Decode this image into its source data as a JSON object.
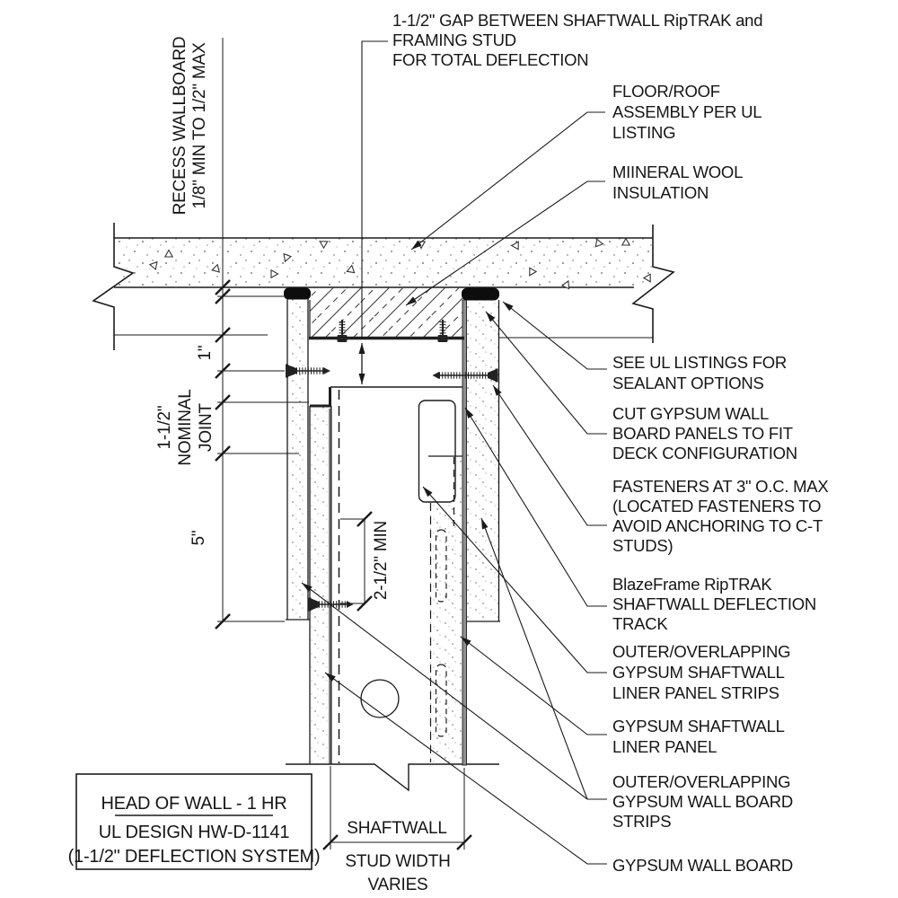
{
  "notes": {
    "gap_note": [
      "1-1/2\" GAP BETWEEN SHAFTWALL RipTRAK and",
      "FRAMING STUD",
      "FOR TOTAL DEFLECTION"
    ]
  },
  "callouts": [
    {
      "id": "floor-roof-assembly",
      "lines": [
        "FLOOR/ROOF",
        "ASSEMBLY PER UL",
        "LISTING"
      ]
    },
    {
      "id": "mineral-wool",
      "lines": [
        "MIINERAL WOOL",
        "INSULATION"
      ]
    },
    {
      "id": "sealant-options",
      "lines": [
        "SEE UL LISTINGS FOR",
        "SEALANT OPTIONS"
      ]
    },
    {
      "id": "cut-gypsum",
      "lines": [
        "CUT GYPSUM WALL",
        "BOARD PANELS TO FIT",
        "DECK CONFIGURATION"
      ]
    },
    {
      "id": "fasteners",
      "lines": [
        "FASTENERS AT 3\" O.C. MAX",
        "(LOCATED FASTENERS TO",
        "AVOID ANCHORING TO C-T",
        "STUDS)"
      ]
    },
    {
      "id": "riptrak",
      "lines": [
        "BlazeFrame RipTRAK",
        "SHAFTWALL DEFLECTION",
        "TRACK"
      ]
    },
    {
      "id": "liner-strips",
      "lines": [
        "OUTER/OVERLAPPING",
        "GYPSUM SHAFTWALL",
        "LINER PANEL STRIPS"
      ]
    },
    {
      "id": "liner-panel",
      "lines": [
        "GYPSUM SHAFTWALL",
        "LINER PANEL"
      ]
    },
    {
      "id": "wallboard-strips",
      "lines": [
        "OUTER/OVERLAPPING",
        "GYPSUM WALL BOARD",
        "STRIPS"
      ]
    },
    {
      "id": "wallboard",
      "lines": [
        "GYPSUM WALL BOARD"
      ]
    }
  ],
  "dimensions": {
    "recess_line1": "RECESS WALLBOARD",
    "recess_line2": "1/8\" MIN TO 1/2\" MAX",
    "one_inch": "1\"",
    "joint_line1": "1-1/2\"",
    "joint_line2": "NOMINAL",
    "joint_line3": "JOINT",
    "five_inch": "5\"",
    "min_engagement": "2-1/2\" MIN",
    "stud_width_line1": "SHAFTWALL",
    "stud_width_line2": "STUD WIDTH",
    "stud_width_line3": "VARIES"
  },
  "title_block": {
    "title": "HEAD OF WALL - 1 HR",
    "design": "UL DESIGN HW-D-1141",
    "system": "(1-1/2\" DEFLECTION SYSTEM)"
  },
  "colors": {
    "line": "#1a1a1a",
    "steel": "#1f1f1f",
    "sealant": "#0d0d0d",
    "paper": "#ffffff"
  }
}
